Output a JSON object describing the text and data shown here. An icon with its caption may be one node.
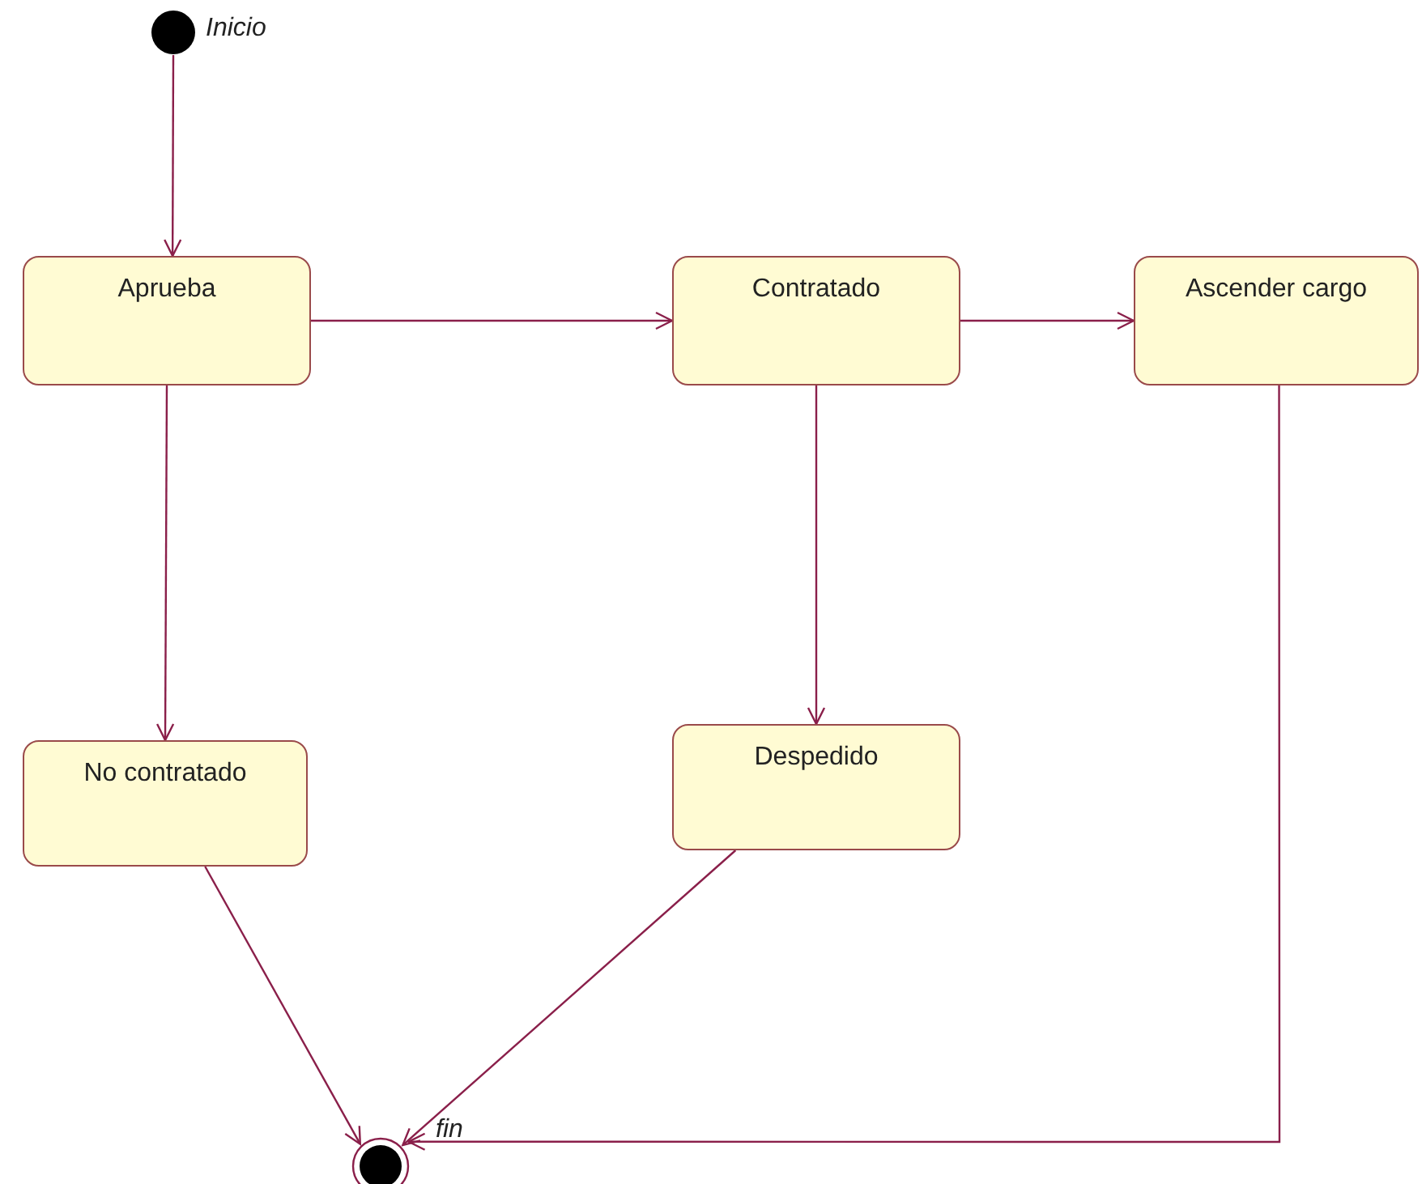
{
  "diagram": {
    "nodes": [
      {
        "text": [],
        "shape": "circle",
        "beside": [
          "Inicio"
        ]
      },
      {
        "text": [
          "Aprueba"
        ]
      },
      {
        "text": [
          "Contratado"
        ]
      },
      {
        "text": [
          "Ascender cargo"
        ]
      },
      {
        "text": [
          "No contratado"
        ]
      },
      {
        "text": [
          "Despedido"
        ]
      },
      {
        "text": [],
        "shape": "circle",
        "beside": [
          "fin"
        ]
      }
    ],
    "edges": [
      {
        "from": 0,
        "to": 1,
        "arrow": "to"
      },
      {
        "from": 1,
        "to": 2,
        "arrow": "to"
      },
      {
        "from": 2,
        "to": 3,
        "arrow": "to"
      },
      {
        "from": 1,
        "to": 4,
        "arrow": "to"
      },
      {
        "from": 2,
        "to": 5,
        "arrow": "to"
      },
      {
        "from": 4,
        "to": 6,
        "arrow": "to"
      },
      {
        "from": 5,
        "to": 6,
        "arrow": "to"
      },
      {
        "from": 3,
        "to": 6,
        "arrow": "to"
      }
    ]
  }
}
